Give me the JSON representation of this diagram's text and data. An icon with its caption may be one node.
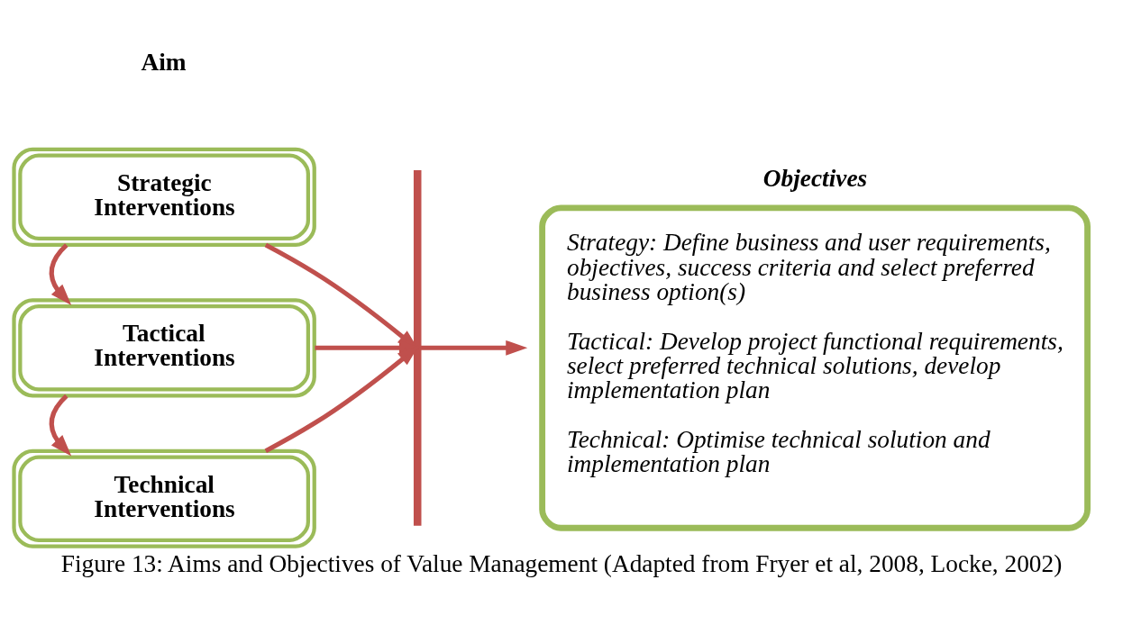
{
  "diagram": {
    "caption": "Figure 13: Aims and Objectives of Value Management (Adapted from Fryer et al, 2008, Locke, 2002)",
    "nodes": [
      {
        "text": [
          "Strategic Interventions"
        ]
      },
      {
        "text": [
          "Tactical Interventions"
        ]
      },
      {
        "text": [
          "Technical Interventions"
        ]
      },
      {
        "text": [],
        "shape": "bar"
      },
      {
        "text": [
          "Objectives",
          "Strategy: Define business and user requirements, objectives, success criteria and select preferred business option(s)",
          "Tactical: Develop project functional requirements, select preferred technical solutions, develop implementation plan",
          "Technical: Optimise technical solution and implementation plan"
        ]
      }
    ],
    "edges": [
      {
        "from": 0,
        "to": 1,
        "arrow": "to"
      },
      {
        "from": 1,
        "to": 2,
        "arrow": "to"
      },
      {
        "from": 0,
        "to": 3,
        "arrow": "to"
      },
      {
        "from": 1,
        "to": 3,
        "arrow": "to"
      },
      {
        "from": 2,
        "to": 3,
        "arrow": "to"
      },
      {
        "from": 3,
        "to": 4,
        "arrow": "to"
      }
    ],
    "labels": [
      "Aim"
    ]
  }
}
